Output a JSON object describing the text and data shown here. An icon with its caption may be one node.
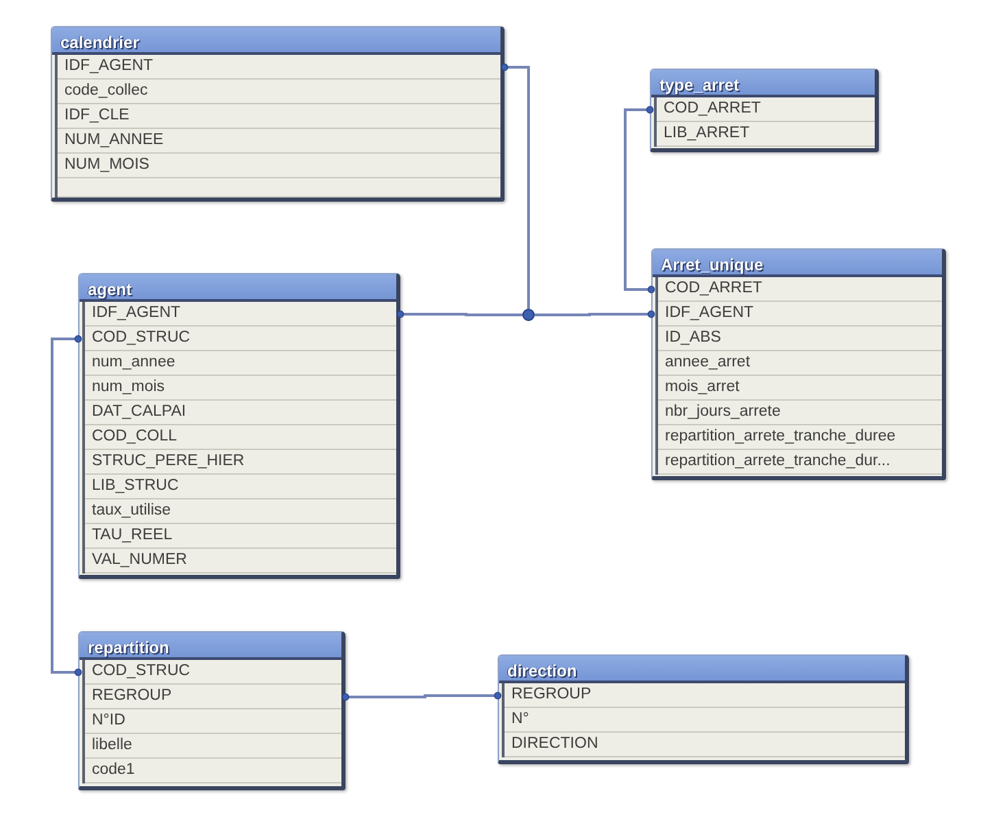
{
  "diagram": {
    "nodes": [
      {
        "text": [
          "calendrier"
        ]
      },
      {
        "text": [
          "IDF_AGENT"
        ],
        "in": 0
      },
      {
        "text": [
          "code_collec"
        ],
        "in": 0
      },
      {
        "text": [
          "IDF_CLE"
        ],
        "in": 0
      },
      {
        "text": [
          "NUM_ANNEE"
        ],
        "in": 0
      },
      {
        "text": [
          "NUM_MOIS"
        ],
        "in": 0
      },
      {
        "text": [
          "type_arret"
        ]
      },
      {
        "text": [
          "COD_ARRET"
        ],
        "in": 6
      },
      {
        "text": [
          "LIB_ARRET"
        ],
        "in": 6
      },
      {
        "text": [
          "agent"
        ]
      },
      {
        "text": [
          "IDF_AGENT"
        ],
        "in": 9
      },
      {
        "text": [
          "COD_STRUC"
        ],
        "in": 9
      },
      {
        "text": [
          "num_annee"
        ],
        "in": 9
      },
      {
        "text": [
          "num_mois"
        ],
        "in": 9
      },
      {
        "text": [
          "DAT_CALPAI"
        ],
        "in": 9
      },
      {
        "text": [
          "COD_COLL"
        ],
        "in": 9
      },
      {
        "text": [
          "STRUC_PERE_HIER"
        ],
        "in": 9
      },
      {
        "text": [
          "LIB_STRUC"
        ],
        "in": 9
      },
      {
        "text": [
          "taux_utilise"
        ],
        "in": 9
      },
      {
        "text": [
          "TAU_REEL"
        ],
        "in": 9
      },
      {
        "text": [
          "VAL_NUMER"
        ],
        "in": 9
      },
      {
        "text": [
          "Arret_unique"
        ]
      },
      {
        "text": [
          "COD_ARRET"
        ],
        "in": 21
      },
      {
        "text": [
          "IDF_AGENT"
        ],
        "in": 21
      },
      {
        "text": [
          "ID_ABS"
        ],
        "in": 21
      },
      {
        "text": [
          "annee_arret"
        ],
        "in": 21
      },
      {
        "text": [
          "mois_arret"
        ],
        "in": 21
      },
      {
        "text": [
          "nbr_jours_arrete"
        ],
        "in": 21
      },
      {
        "text": [
          "repartition_arrete_tranche_duree"
        ],
        "in": 21
      },
      {
        "text": [
          "repartition_arrete_tranche_dur..."
        ],
        "in": 21
      },
      {
        "text": [
          "repartition"
        ]
      },
      {
        "text": [
          "COD_STRUC"
        ],
        "in": 30
      },
      {
        "text": [
          "REGROUP"
        ],
        "in": 30
      },
      {
        "text": [
          "N°ID"
        ],
        "in": 30
      },
      {
        "text": [
          "libelle"
        ],
        "in": 30
      },
      {
        "text": [
          "code1"
        ],
        "in": 30
      },
      {
        "text": [
          "direction"
        ]
      },
      {
        "text": [
          "REGROUP"
        ],
        "in": 36
      },
      {
        "text": [
          "N°"
        ],
        "in": 36
      },
      {
        "text": [
          "DIRECTION"
        ],
        "in": 36
      },
      {
        "text": [],
        "shape": "circle"
      }
    ],
    "edges": [
      {
        "from": 1,
        "to": 40,
        "arrow": "other"
      },
      {
        "from": 10,
        "to": 40,
        "arrow": "other"
      },
      {
        "from": 40,
        "to": 23,
        "arrow": "other"
      },
      {
        "from": 7,
        "to": 22,
        "arrow": "other"
      },
      {
        "from": 11,
        "to": 31,
        "arrow": "other"
      },
      {
        "from": 32,
        "to": 37,
        "arrow": "other"
      }
    ]
  }
}
